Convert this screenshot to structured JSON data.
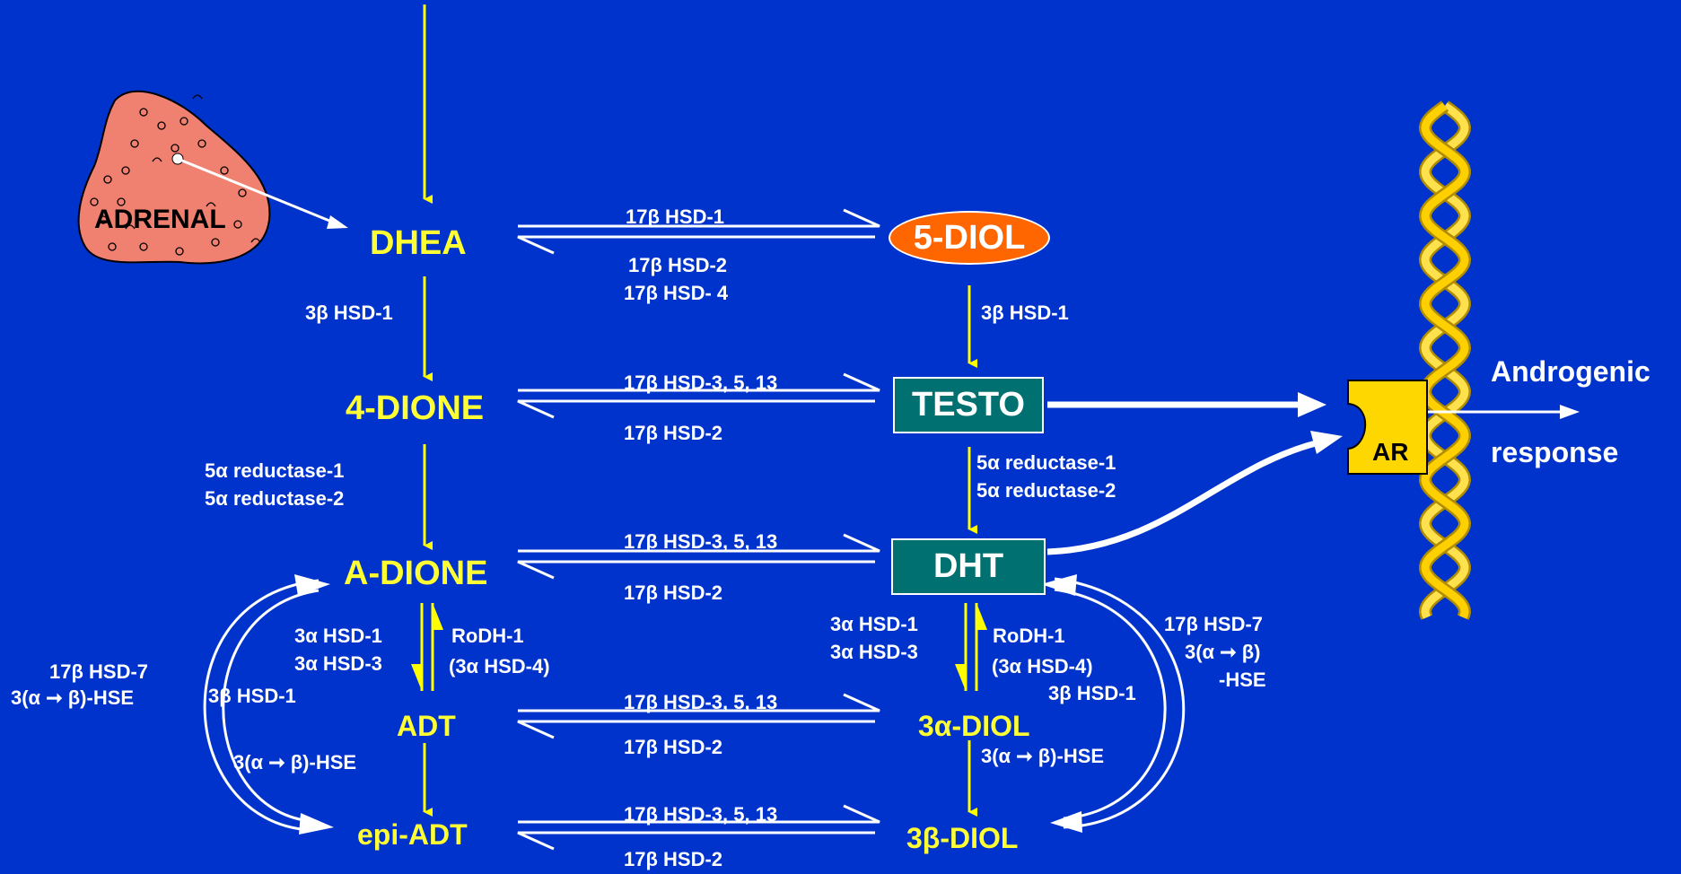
{
  "metabolites": {
    "dhea": "DHEA",
    "four_dione": "4-DIONE",
    "a_dione": "A-DIONE",
    "adt": "ADT",
    "epi_adt": "epi-ADT",
    "five_diol": "5-DIOL",
    "testo": "TESTO",
    "dht": "DHT",
    "three_a_diol": "3α-DIOL",
    "three_b_diol": "3β-DIOL"
  },
  "organ": {
    "label": "ADRENAL"
  },
  "receptor": {
    "label": "AR"
  },
  "response": {
    "line1": "Androgenic",
    "line2": "response"
  },
  "enzymes": {
    "dhea_5diol_fwd": "17β  HSD-1",
    "dhea_5diol_rev_1": "17β HSD-2",
    "dhea_5diol_rev_2": "17β HSD- 4",
    "dhea_4dione": "3β HSD-1",
    "fivediol_testo": "3β HSD-1",
    "fourdione_testo_fwd": "17β  HSD-3, 5, 13",
    "fourdione_testo_rev": "17β  HSD-2",
    "fourdione_adione_1": "5α  reductase-1",
    "fourdione_adione_2": "5α  reductase-2",
    "testo_dht_1": "5α reductase-1",
    "testo_dht_2": "5α reductase-2",
    "adione_dht_fwd": "17β  HSD-3, 5, 13",
    "adione_dht_rev": "17β  HSD-2",
    "adione_adt_left_1": "3α HSD-1",
    "adione_adt_left_2": "3α HSD-3",
    "adione_adt_right_1": "RoDH-1",
    "adione_adt_right_2": "(3α HSD-4)",
    "dht_3adiol_left_1": "3α HSD-1",
    "dht_3adiol_left_2": "3α HSD-3",
    "dht_3adiol_right_1": "RoDH-1",
    "dht_3adiol_right_2": "(3α HSD-4)",
    "dht_3adiol_right_3": "3β HSD-1",
    "adt_3adiol_fwd": "17β  HSD-3, 5, 13",
    "adt_3adiol_rev": "17β  HSD-2",
    "epiadt_3bdiol_fwd": "17β  HSD-3, 5, 13",
    "epiadt_3bdiol_rev": "17β  HSD-2",
    "left_loop_outer_1": "17β HSD-7",
    "left_loop_outer_2": "3(α ➞ β)-HSE",
    "left_loop_inner": "3β HSD-1",
    "adt_epiadt": "3(α ➞  β)-HSE",
    "right_loop_1": "17β HSD-7",
    "right_loop_2": "3(α ➞ β)",
    "right_loop_3": "-HSE",
    "threeadiol_threebdiol": "3(α ➞ β)-HSE"
  },
  "colors": {
    "background": "#0033cc",
    "metabolite_text": "#ffff33",
    "arrow_vertical": "#ffff00",
    "box_fill": "#007070",
    "oval_fill": "#ff6600",
    "adrenal_fill": "#f08070",
    "receptor_fill": "#ffd700",
    "dna_strand": "#e6c200"
  }
}
